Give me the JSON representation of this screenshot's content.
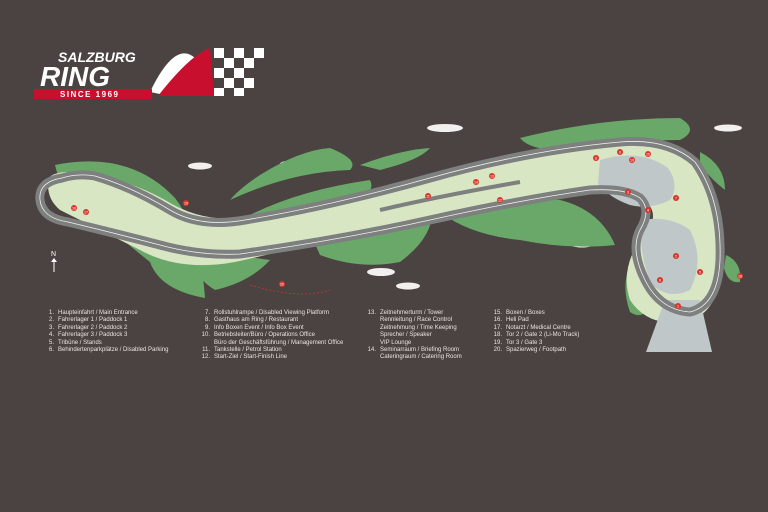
{
  "logo": {
    "top_text": "SALZBURG",
    "main_text": "RING",
    "tagline": "SINCE 1969"
  },
  "colors": {
    "background": "#4a4341",
    "track": "#7d807f",
    "grass": "#d9e6c4",
    "trees": "#6aa86a",
    "brand_red": "#c8102e",
    "marker_red": "#d9362b",
    "legend_text": "#e8e4e2"
  },
  "compass_label": "N",
  "map_markers": [
    "1",
    "2",
    "3",
    "4",
    "5",
    "6",
    "7",
    "8",
    "9",
    "10",
    "11",
    "12",
    "13",
    "14",
    "15",
    "16",
    "17",
    "18",
    "19",
    "20"
  ],
  "legend": {
    "col1": [
      {
        "num": "1.",
        "text": "Haupteinfahrt / Main Entrance"
      },
      {
        "num": "2.",
        "text": "Fahrerlager 1 / Paddock 1"
      },
      {
        "num": "3.",
        "text": "Fahrerlager 2 / Paddock 2"
      },
      {
        "num": "4.",
        "text": "Fahrerlager 3 / Paddock 3"
      },
      {
        "num": "5.",
        "text": "Tribüne / Stands"
      },
      {
        "num": "6.",
        "text": "Behindertenparkplätze / Disabled Parking"
      }
    ],
    "col2": [
      {
        "num": "7.",
        "text": "Rollstuhlrampe / Disabled Viewing Platform"
      },
      {
        "num": "8.",
        "text": "Gasthaus am Ring / Restaurant"
      },
      {
        "num": "9.",
        "text": "Info Boxen Event / Info Box Event"
      },
      {
        "num": "10.",
        "text": "Betriebsleiter/Büro / Operations Office"
      },
      {
        "num": "",
        "text": "Büro der Geschäftsführung / Management Office"
      },
      {
        "num": "11.",
        "text": "Tankstelle / Petrol Station"
      },
      {
        "num": "12.",
        "text": "Start-Ziel / Start-Finish Line"
      }
    ],
    "col3": [
      {
        "num": "13.",
        "text": "Zeitnehmerturm / Tower"
      },
      {
        "num": "",
        "text": "Rennleitung / Race Control"
      },
      {
        "num": "",
        "text": "Zeitnehmung / Time Keeping"
      },
      {
        "num": "",
        "text": "Sprecher / Speaker"
      },
      {
        "num": "",
        "text": "VIP Lounge"
      },
      {
        "num": "14.",
        "text": "Seminarraum / Briefing Room"
      },
      {
        "num": "",
        "text": "Cateringraum / Catering Room"
      }
    ],
    "col4": [
      {
        "num": "15.",
        "text": "Boxen / Boxes"
      },
      {
        "num": "16.",
        "text": "Heli Pad"
      },
      {
        "num": "17.",
        "text": "Notarzt / Medical Centre"
      },
      {
        "num": "18.",
        "text": "Tor 2 / Gate 2 (Li-Mo Track)"
      },
      {
        "num": "19.",
        "text": "Tor 3 / Gate 3"
      },
      {
        "num": "20.",
        "text": "Spazierweg / Footpath"
      }
    ]
  }
}
